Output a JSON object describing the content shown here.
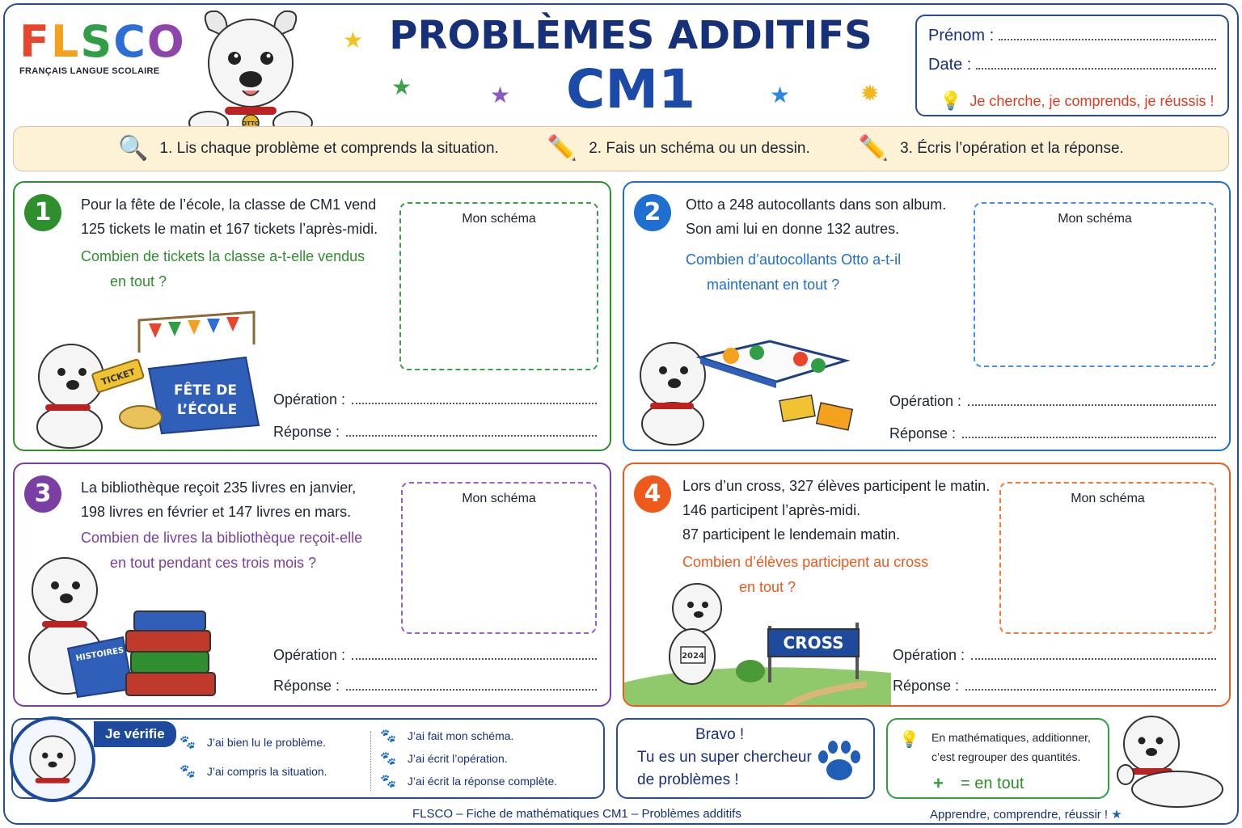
{
  "logo": {
    "letters": [
      "F",
      "L",
      "S",
      "C",
      "O"
    ],
    "subtitle": "FRANÇAIS LANGUE SCOLAIRE"
  },
  "header": {
    "title_line1": "PROBLÈMES ADDITIFS",
    "title_line2": "CM1",
    "dog_collar_tag": "OTTO"
  },
  "student": {
    "prenom_label": "Prénom :",
    "date_label": "Date :",
    "motto": "Je cherche, je comprends, je réussis !"
  },
  "steps": [
    {
      "icon": "magnifier-icon",
      "label": "1. Lis chaque problème et comprends la situation."
    },
    {
      "icon": "pencil-icon",
      "label": "2. Fais un schéma ou un dessin."
    },
    {
      "icon": "pencil-icon",
      "label": "3. Écris l’opération et la réponse."
    }
  ],
  "problems": [
    {
      "number": "1",
      "color": "#2f8f2f",
      "text": [
        "Pour la fête de l’école, la classe de CM1 vend",
        "125 tickets le matin et 167 tickets l’après-midi."
      ],
      "question": [
        "Combien de tickets la classe a-t-elle vendus",
        "en tout ?"
      ],
      "schema_label": "Mon schéma",
      "operation_label": "Opération :",
      "answer_label": "Réponse :",
      "illustration_text": {
        "ticket": "TICKET",
        "box": [
          "FÊTE DE",
          "L’ÉCOLE"
        ]
      }
    },
    {
      "number": "2",
      "color": "#1f6fd1",
      "text": [
        "Otto a 248 autocollants dans son album.",
        "Son ami lui en donne 132 autres."
      ],
      "question": [
        "Combien d’autocollants Otto a-t-il",
        "maintenant en tout ?"
      ],
      "schema_label": "Mon schéma",
      "operation_label": "Opération :",
      "answer_label": "Réponse :"
    },
    {
      "number": "3",
      "color": "#7b3fa3",
      "text": [
        "La bibliothèque reçoit 235 livres en janvier,",
        "198 livres en février et 147 livres en mars."
      ],
      "question": [
        "Combien de livres la bibliothèque reçoit-elle",
        "en tout pendant ces trois mois ?"
      ],
      "schema_label": "Mon schéma",
      "operation_label": "Opération :",
      "answer_label": "Réponse :",
      "illustration_text": {
        "book": "HISTOIRES"
      }
    },
    {
      "number": "4",
      "color": "#ee5a1c",
      "text": [
        "Lors d’un cross, 327 élèves participent le matin.",
        "146 participent l’après-midi.",
        "87 participent le lendemain matin."
      ],
      "question": [
        "Combien d’élèves participent au cross",
        "en tout ?"
      ],
      "schema_label": "Mon schéma",
      "operation_label": "Opération :",
      "answer_label": "Réponse :",
      "illustration_text": {
        "banner": "CROSS",
        "bib": "2024"
      }
    }
  ],
  "verify": {
    "title": "Je vérifie",
    "left": [
      "J’ai bien lu le problème.",
      "J’ai compris la situation."
    ],
    "right": [
      "J’ai fait mon schéma.",
      "J’ai écrit l’opération.",
      "J’ai écrit la réponse complète."
    ]
  },
  "bravo": {
    "line1": "Bravo !",
    "line2": "Tu es un super chercheur",
    "line3": "de problèmes !"
  },
  "info": {
    "line1": "En mathématiques, additionner,",
    "line2": "c’est regrouper des quantités.",
    "plus": "+",
    "equals_text": "= en tout"
  },
  "footer": {
    "center": "FLSCO – Fiche de mathématiques CM1 – Problèmes additifs",
    "right": "Apprendre, comprendre, réussir !"
  },
  "colors": {
    "navy": "#17307a",
    "green": "#2f8f2f",
    "blue": "#1f6fd1",
    "purple": "#7b3fa3",
    "orange": "#ee5a1c",
    "red": "#e23a20"
  }
}
